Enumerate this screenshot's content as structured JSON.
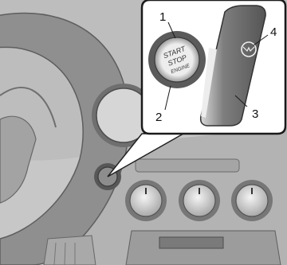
{
  "callouts": {
    "c1": "1",
    "c2": "2",
    "c3": "3",
    "c4": "4"
  },
  "button_text": {
    "line1": "START",
    "line2": "STOP",
    "line3": "ENGINE"
  }
}
